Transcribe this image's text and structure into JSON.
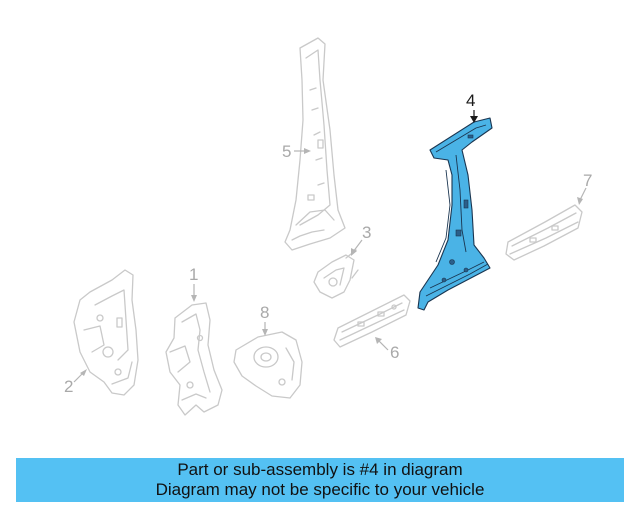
{
  "callouts": {
    "c1": "1",
    "c2": "2",
    "c3": "3",
    "c4": "4",
    "c5": "5",
    "c6": "6",
    "c7": "7",
    "c8": "8"
  },
  "highlighted_part": "4",
  "colors": {
    "highlight": "#4ab3e6",
    "banner": "#54c1f3",
    "ghost_line": "#c9c9c9"
  },
  "banner": {
    "line1": "Part or sub-assembly is #4 in diagram",
    "line2": "Diagram may not be specific to your vehicle"
  }
}
